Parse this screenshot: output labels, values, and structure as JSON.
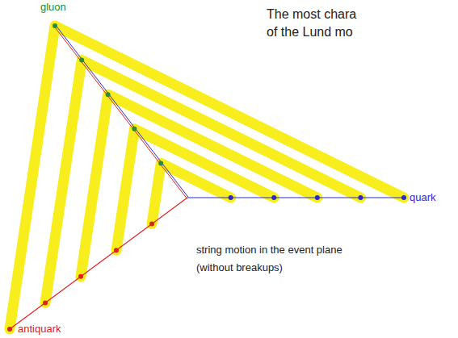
{
  "diagram": {
    "labels": [
      "The most chara",
      "of the Lund mo",
      "gluon",
      "quark",
      "string motion in the event plane",
      "(without breakups)",
      "antiquark"
    ]
  }
}
